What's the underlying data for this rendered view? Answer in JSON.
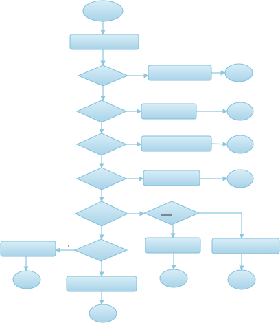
{
  "diagram": {
    "palette": {
      "fill_top": "#d8eef8",
      "fill_bottom": "#a9d3e8",
      "stroke": "#7fbfdb",
      "connector": "#8cc6df",
      "accent_mark": "#333333"
    },
    "nodes": [
      {
        "id": "start",
        "shape": "ellipse",
        "text": ""
      },
      {
        "id": "process-1",
        "shape": "rect",
        "text": ""
      },
      {
        "id": "decision-1",
        "shape": "diamond",
        "text": ""
      },
      {
        "id": "action-1",
        "shape": "rect",
        "text": ""
      },
      {
        "id": "end-1",
        "shape": "ellipse",
        "text": ""
      },
      {
        "id": "decision-2",
        "shape": "diamond",
        "text": ""
      },
      {
        "id": "action-2",
        "shape": "rect",
        "text": ""
      },
      {
        "id": "end-2",
        "shape": "ellipse",
        "text": ""
      },
      {
        "id": "decision-3",
        "shape": "diamond",
        "text": ""
      },
      {
        "id": "action-3",
        "shape": "rect",
        "text": ""
      },
      {
        "id": "end-3",
        "shape": "ellipse",
        "text": ""
      },
      {
        "id": "decision-4",
        "shape": "diamond",
        "text": ""
      },
      {
        "id": "action-4",
        "shape": "rect",
        "text": ""
      },
      {
        "id": "end-4",
        "shape": "ellipse",
        "text": ""
      },
      {
        "id": "decision-5",
        "shape": "diamond",
        "text": ""
      },
      {
        "id": "decision-5b",
        "shape": "diamond",
        "text": ""
      },
      {
        "id": "action-5a",
        "shape": "rect",
        "text": ""
      },
      {
        "id": "end-5a",
        "shape": "ellipse",
        "text": ""
      },
      {
        "id": "action-5b",
        "shape": "rect",
        "text": ""
      },
      {
        "id": "end-5b",
        "shape": "ellipse",
        "text": ""
      },
      {
        "id": "decision-6",
        "shape": "diamond",
        "text": ""
      },
      {
        "id": "action-6-left",
        "shape": "rect",
        "text": ""
      },
      {
        "id": "end-6-left",
        "shape": "ellipse",
        "text": ""
      },
      {
        "id": "process-final",
        "shape": "rect",
        "text": ""
      },
      {
        "id": "end-final",
        "shape": "ellipse",
        "text": ""
      }
    ],
    "edges": [
      {
        "from": "start",
        "to": "process-1"
      },
      {
        "from": "process-1",
        "to": "decision-1"
      },
      {
        "from": "decision-1",
        "to": "action-1"
      },
      {
        "from": "action-1",
        "to": "end-1"
      },
      {
        "from": "decision-1",
        "to": "decision-2"
      },
      {
        "from": "decision-2",
        "to": "action-2"
      },
      {
        "from": "action-2",
        "to": "end-2"
      },
      {
        "from": "decision-2",
        "to": "decision-3"
      },
      {
        "from": "decision-3",
        "to": "action-3"
      },
      {
        "from": "action-3",
        "to": "end-3"
      },
      {
        "from": "decision-3",
        "to": "decision-4"
      },
      {
        "from": "decision-4",
        "to": "action-4"
      },
      {
        "from": "action-4",
        "to": "end-4"
      },
      {
        "from": "decision-4",
        "to": "decision-5"
      },
      {
        "from": "decision-5",
        "to": "decision-5b"
      },
      {
        "from": "decision-5b",
        "to": "action-5a"
      },
      {
        "from": "action-5a",
        "to": "end-5a"
      },
      {
        "from": "decision-5b",
        "to": "action-5b"
      },
      {
        "from": "action-5b",
        "to": "end-5b"
      },
      {
        "from": "decision-5",
        "to": "decision-6"
      },
      {
        "from": "decision-6",
        "to": "action-6-left"
      },
      {
        "from": "action-6-left",
        "to": "end-6-left"
      },
      {
        "from": "decision-6",
        "to": "process-final"
      },
      {
        "from": "process-final",
        "to": "end-final"
      }
    ]
  }
}
